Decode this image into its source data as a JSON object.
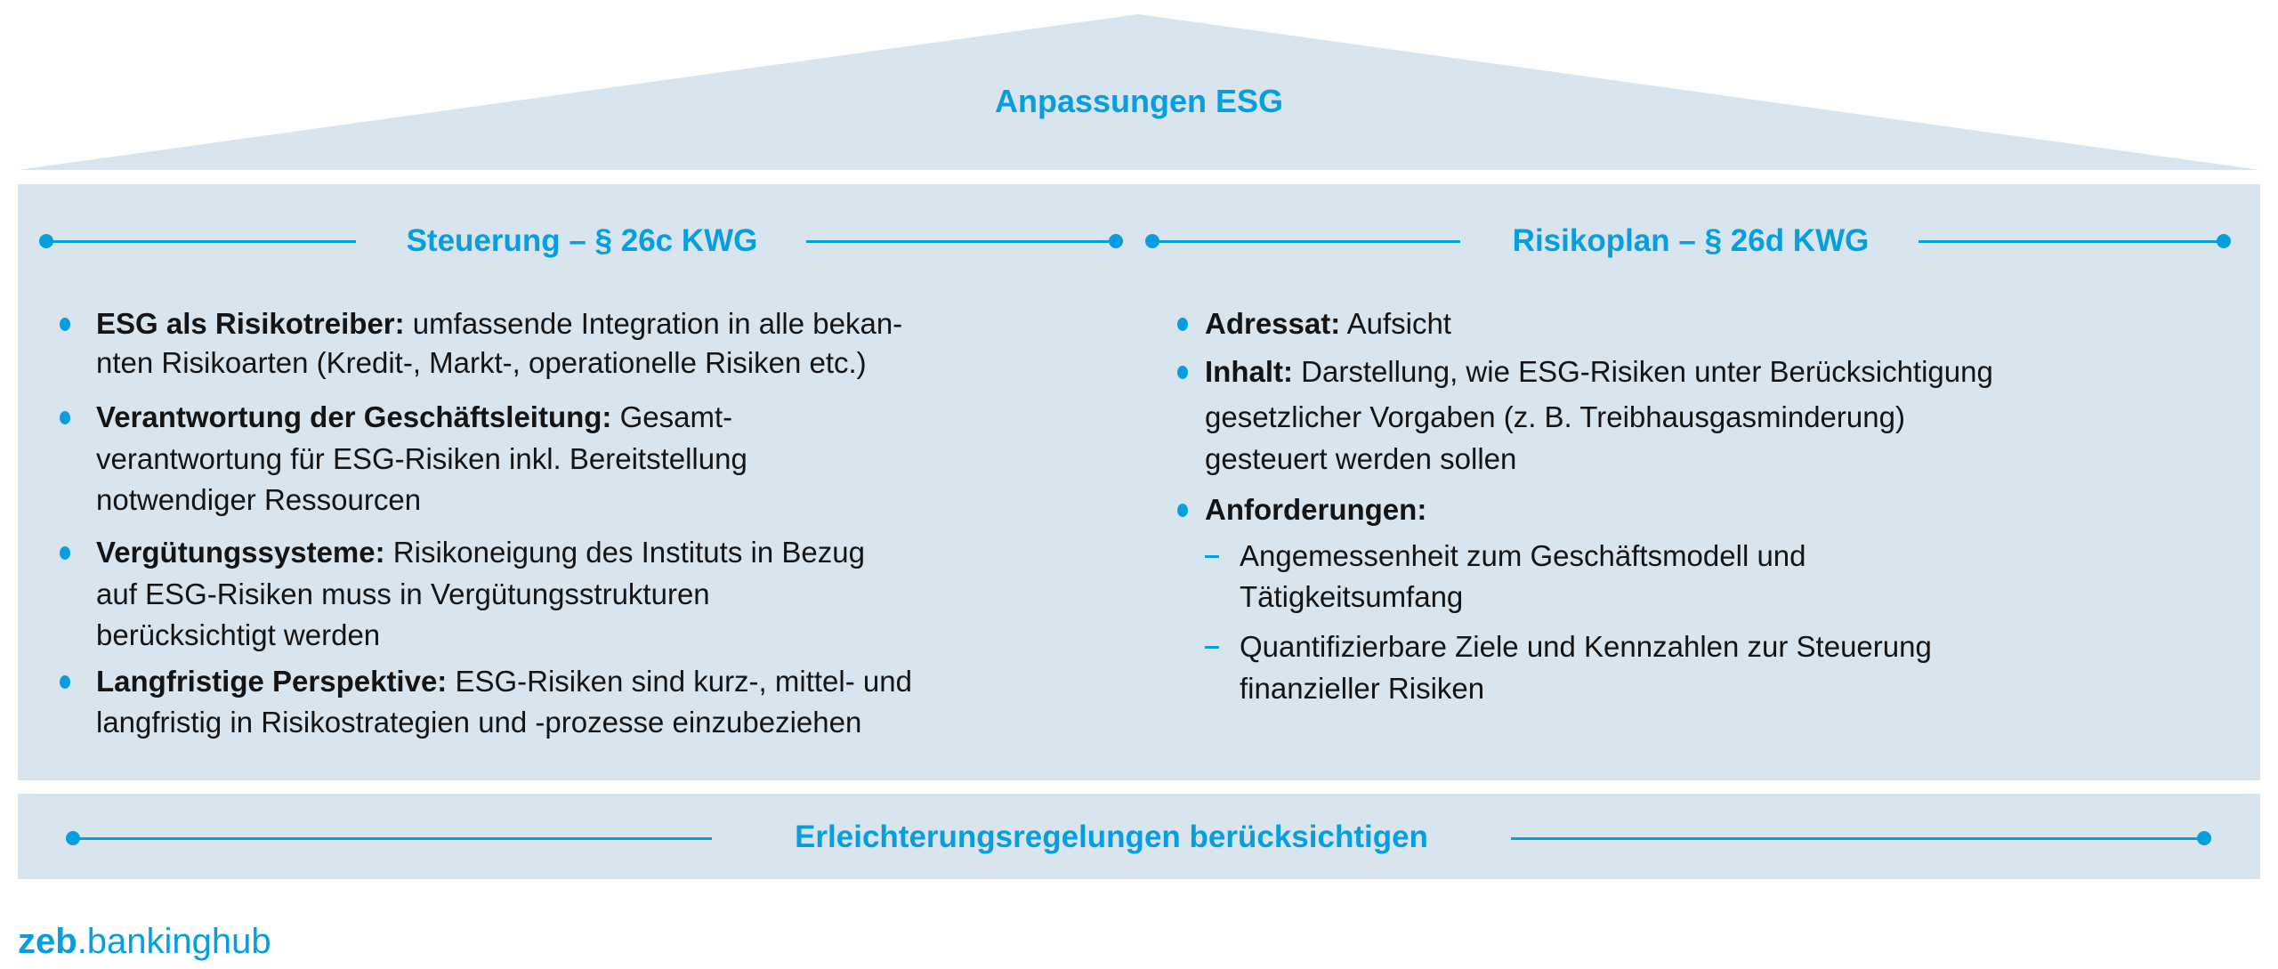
{
  "roof": {
    "title": "Anpassungen ESG"
  },
  "left": {
    "heading": "Steuerung – § 26c KWG",
    "items": [
      {
        "label": "ESG als Risikotreiber:",
        "lines": [
          " umfassende Integration in alle bekan-",
          "nten Risikoarten (Kredit-, Markt-, operationelle Risiken etc.)"
        ]
      },
      {
        "label": "Verantwortung der Geschäftsleitung:",
        "lines": [
          " Gesamt-",
          "verantwortung für ESG-Risiken inkl. Bereitstellung",
          "notwendiger Ressourcen"
        ]
      },
      {
        "label": "Vergütungssysteme:",
        "lines": [
          " Risikoneigung des Instituts in Bezug",
          "auf ESG-Risiken muss in Vergütungsstrukturen",
          "berücksichtigt werden"
        ]
      },
      {
        "label": "Langfristige Perspektive:",
        "lines": [
          " ESG-Risiken sind kurz-, mittel- und",
          "langfristig in Risikostrategien und -prozesse einzubeziehen"
        ]
      }
    ]
  },
  "right": {
    "heading": "Risikoplan – § 26d KWG",
    "items": [
      {
        "label": "Adressat:",
        "lines": [
          " Aufsicht"
        ]
      },
      {
        "label": "Inhalt:",
        "lines": [
          " Darstellung, wie ESG-Risiken unter Berücksichtigung",
          "gesetzlicher Vorgaben (z. B. Treibhausgasminderung)",
          "gesteuert werden sollen"
        ]
      },
      {
        "label": "Anforderungen:",
        "lines": [
          ""
        ]
      }
    ],
    "subitems": [
      {
        "lines": [
          "Angemessenheit zum Geschäftsmodell und",
          "Tätigkeitsumfang"
        ]
      },
      {
        "lines": [
          "Quantifizierbare Ziele und Kennzahlen zur Steuerung",
          "finanzieller Risiken"
        ]
      }
    ]
  },
  "footer_bar": {
    "text": "Erleichterungsregelungen berücksichtigen"
  },
  "logo": {
    "brand": "zeb",
    "suffix": ".bankinghub"
  },
  "colors": {
    "accent": "#079ee0",
    "panel": "#d9e5ee",
    "text": "#141414"
  }
}
